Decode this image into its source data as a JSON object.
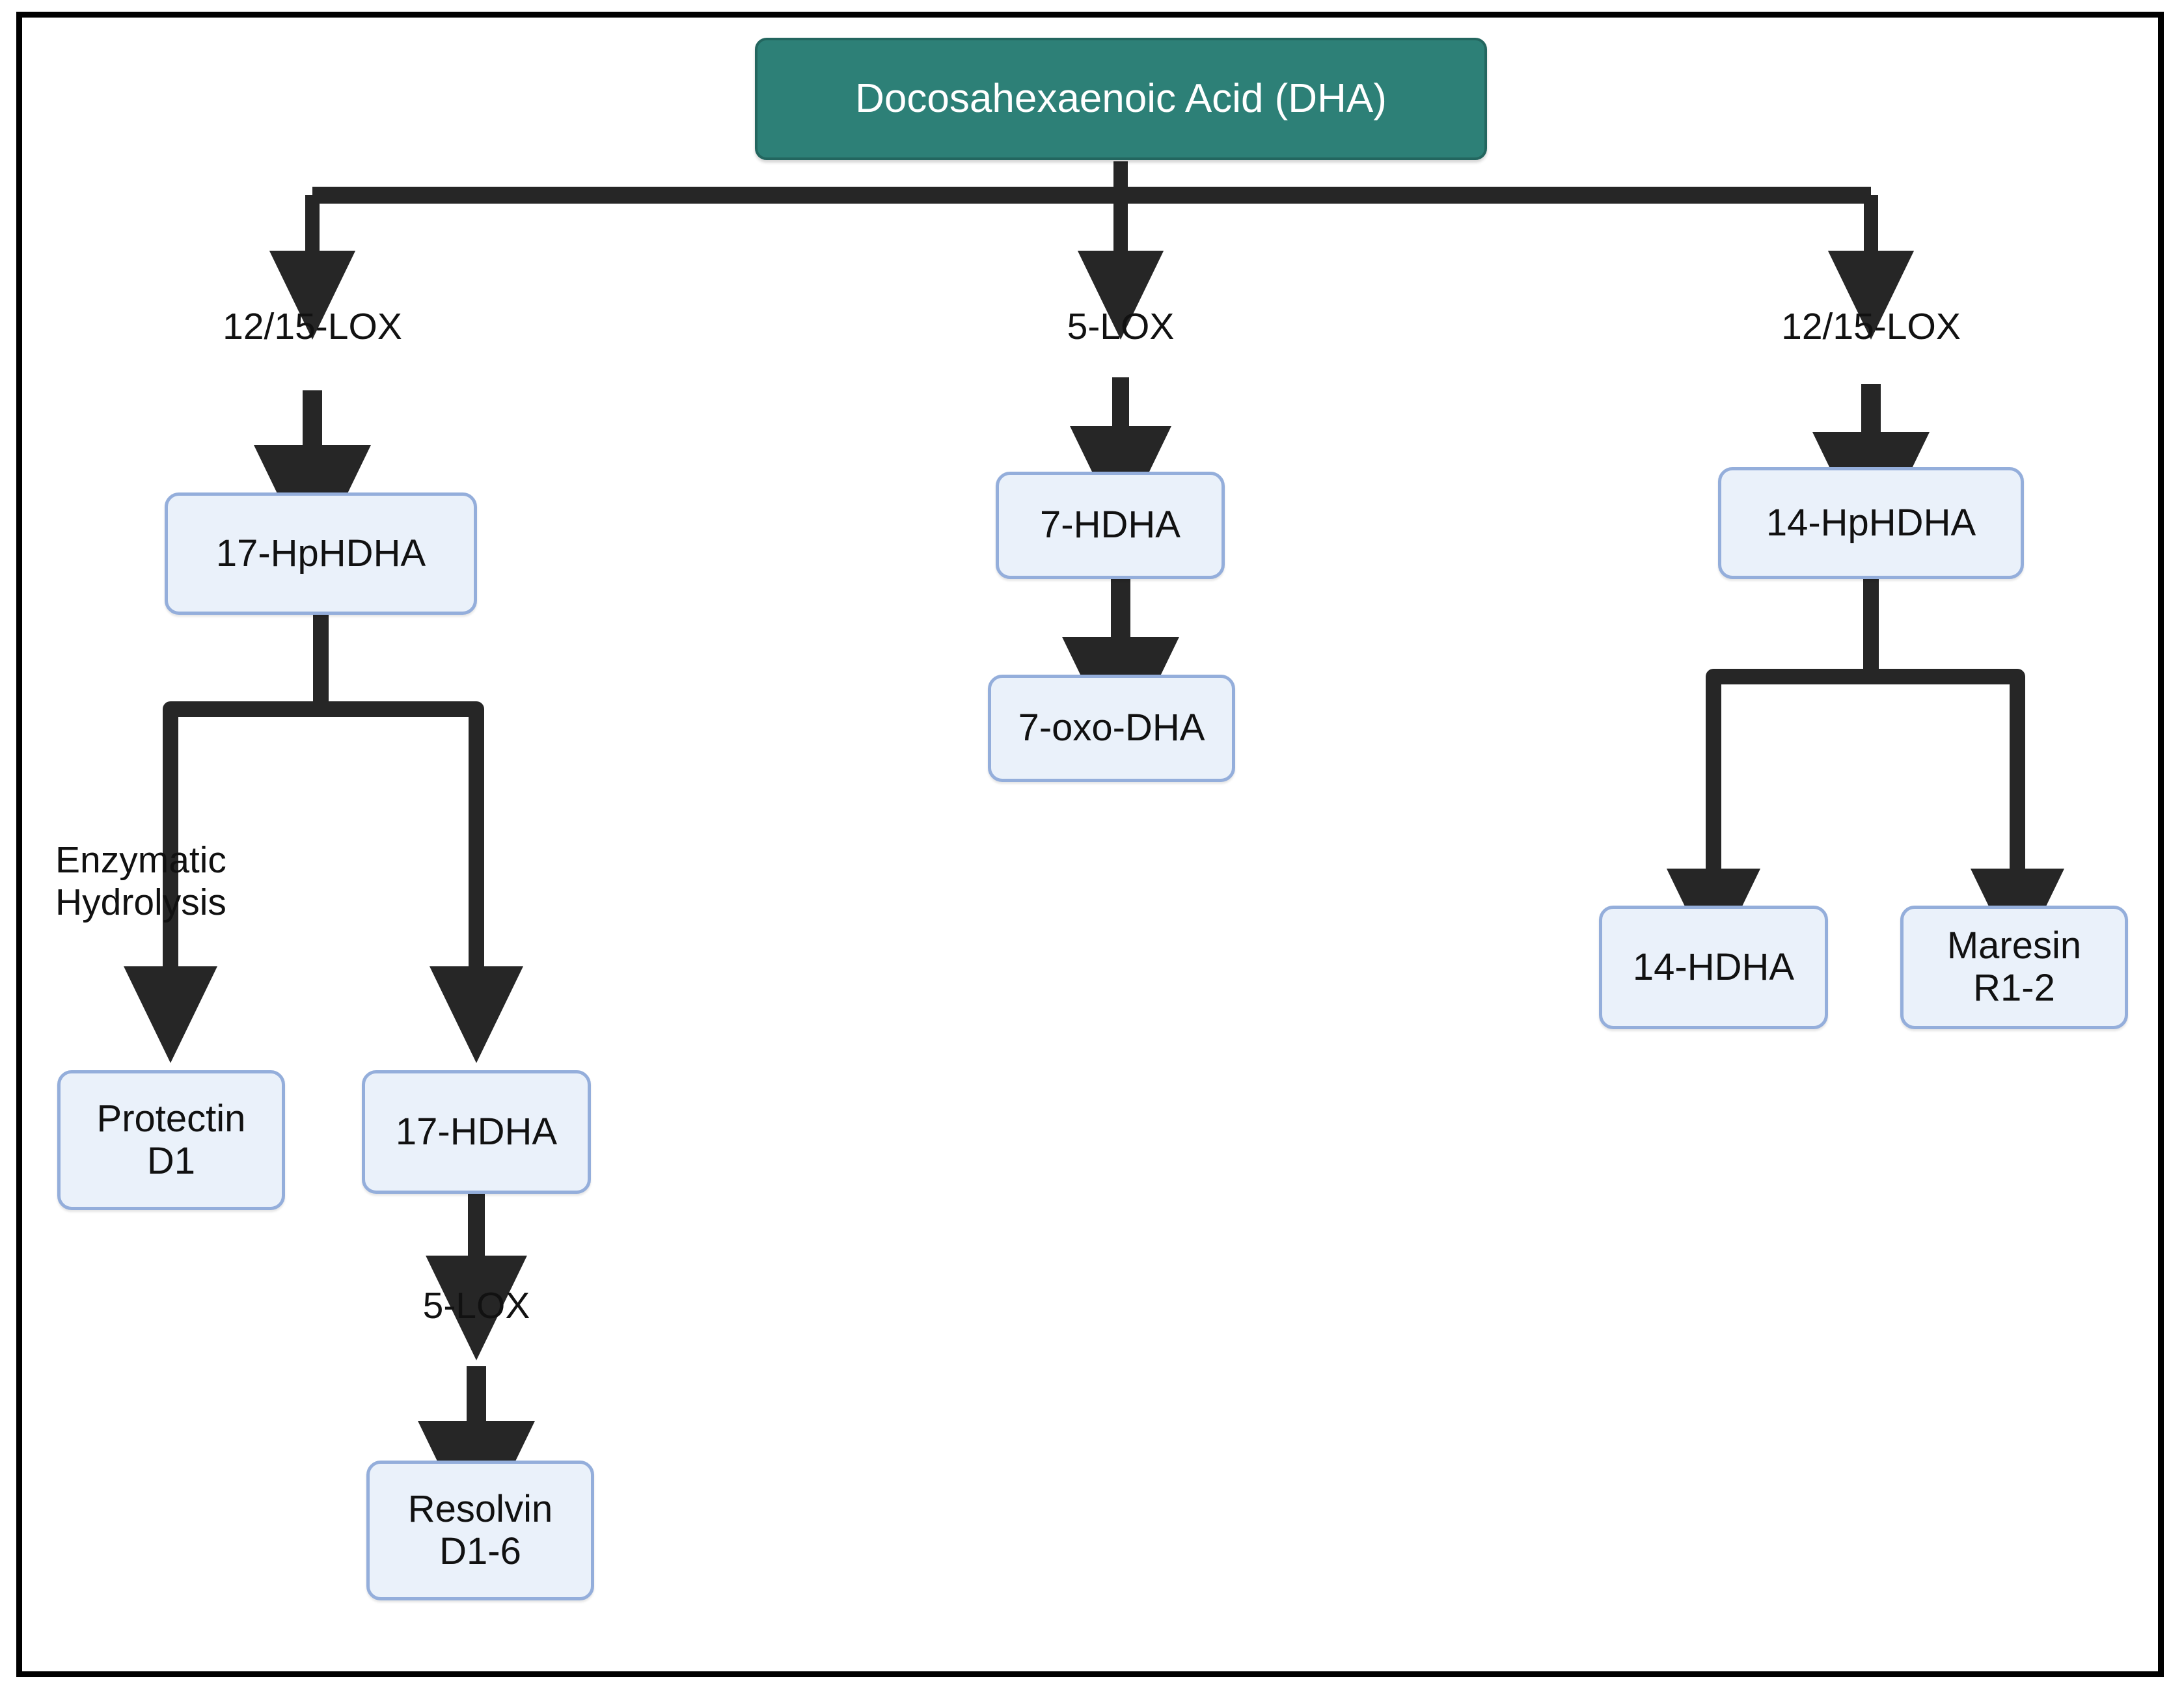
{
  "diagram": {
    "title_node": "Docosahexaenoic Acid (DHA)",
    "frame_border_color": "#000000",
    "root_fill": "#2d8077",
    "node_fill": "#eaf1fa",
    "node_border": "#94aedb",
    "arrow_color": "#262626"
  },
  "nodes": {
    "root": "Docosahexaenoic Acid (DHA)",
    "hp17": "17-HpHDHA",
    "protectin": "Protectin\nD1",
    "hdha17": "17-HDHA",
    "resolvin": "Resolvin\nD1-6",
    "hdha7": "7-HDHA",
    "oxodha7": "7-oxo-DHA",
    "hp14": "14-HpHDHA",
    "hdha14": "14-HDHA",
    "maresin": "Maresin\nR1-2"
  },
  "edge_labels": {
    "left_lox": "12/15-LOX",
    "mid_lox": "5-LOX",
    "right_lox": "12/15-LOX",
    "enzymatic": "Enzymatic\nHydrolysis",
    "resolvin_lox": "5-LOX"
  },
  "pathways": [
    {
      "from": "Docosahexaenoic Acid (DHA)",
      "to": "17-HpHDHA",
      "enzyme": "12/15-LOX"
    },
    {
      "from": "Docosahexaenoic Acid (DHA)",
      "to": "7-HDHA",
      "enzyme": "5-LOX"
    },
    {
      "from": "Docosahexaenoic Acid (DHA)",
      "to": "14-HpHDHA",
      "enzyme": "12/15-LOX"
    },
    {
      "from": "17-HpHDHA",
      "to": "Protectin D1",
      "enzyme": "Enzymatic Hydrolysis"
    },
    {
      "from": "17-HpHDHA",
      "to": "17-HDHA",
      "enzyme": ""
    },
    {
      "from": "17-HDHA",
      "to": "Resolvin D1-6",
      "enzyme": "5-LOX"
    },
    {
      "from": "7-HDHA",
      "to": "7-oxo-DHA",
      "enzyme": ""
    },
    {
      "from": "14-HpHDHA",
      "to": "14-HDHA",
      "enzyme": ""
    },
    {
      "from": "14-HpHDHA",
      "to": "Maresin R1-2",
      "enzyme": ""
    }
  ]
}
